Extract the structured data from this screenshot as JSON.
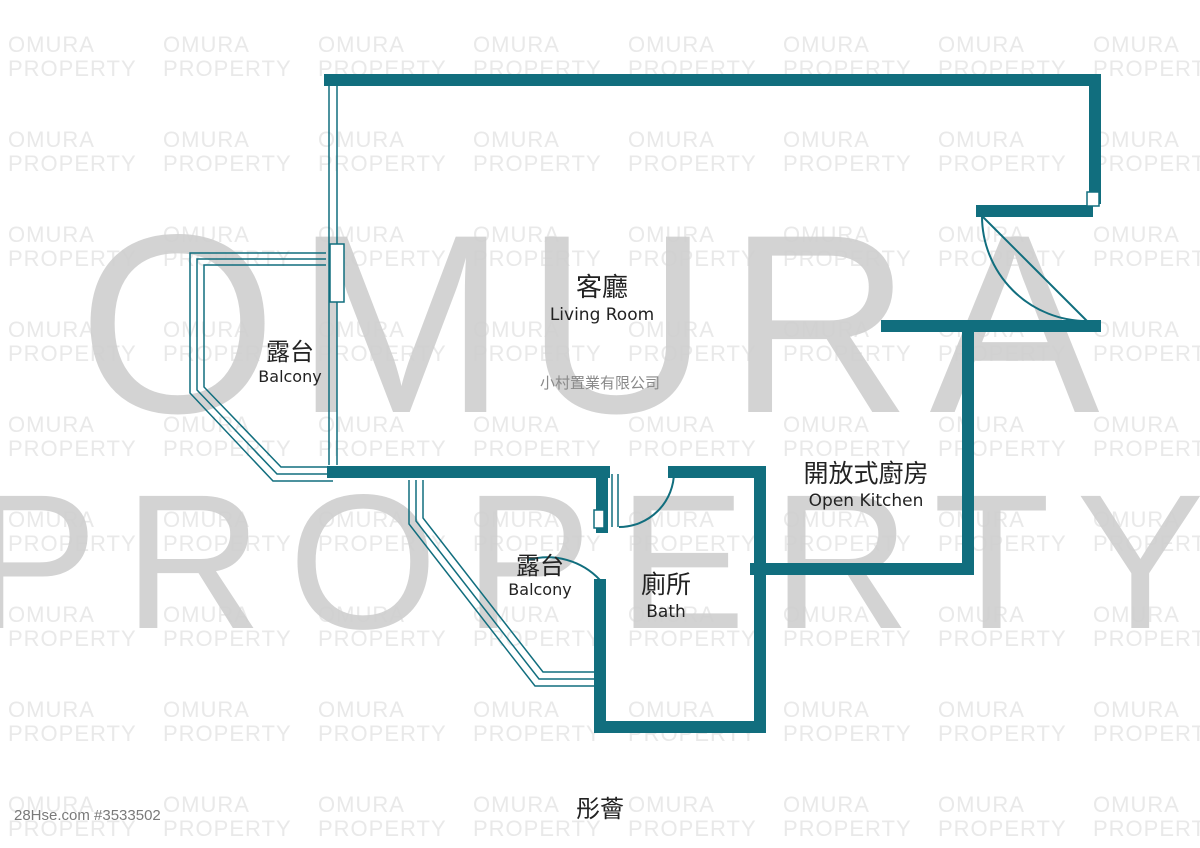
{
  "watermark": {
    "brand_line1": "OMURA",
    "brand_line2": "PROPERTY",
    "company_zh": "小村置業有限公司"
  },
  "rooms": {
    "living_zh": "客廳",
    "living_en": "Living Room",
    "balcony1_zh": "露台",
    "balcony1_en": "Balcony",
    "kitchen_zh": "開放式廚房",
    "kitchen_en": "Open Kitchen",
    "balcony2_zh": "露台",
    "balcony2_en": "Balcony",
    "bath_zh": "廁所",
    "bath_en": "Bath"
  },
  "footer": {
    "estate_name": "彤薈",
    "source_id": "28Hse.com #3533502"
  },
  "colors": {
    "wall": "#116e7e",
    "thin_wall": "#116e7e",
    "watermark_big": "#cfcfcf",
    "watermark_small": "#e9e9e9",
    "text": "#222222"
  }
}
